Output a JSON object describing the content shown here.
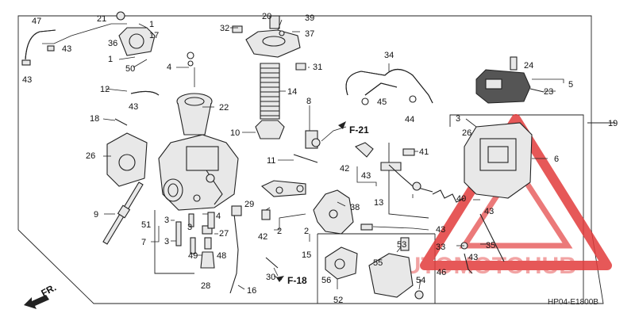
{
  "diagram": {
    "refs": {
      "r47": "47",
      "r43a": "43",
      "r43b": "43",
      "r21": "21",
      "r1a": "1",
      "r17": "17",
      "r36": "36",
      "r1b": "1",
      "r50": "50",
      "r4a": "4",
      "r12": "12",
      "r43c": "43",
      "r22": "22",
      "r18": "18",
      "r26a": "26",
      "r32": "32",
      "r20": "20",
      "r39": "39",
      "r37": "37",
      "r31": "31",
      "r14": "14",
      "r10": "10",
      "r8": "8",
      "r11": "11",
      "r34": "34",
      "r45": "45",
      "r44": "44",
      "r24": "24",
      "r5": "5",
      "r23": "23",
      "r19": "19",
      "r3a": "3",
      "r26b": "26",
      "r6": "6",
      "r41": "41",
      "r42a": "42",
      "r43d": "43",
      "r13": "13",
      "r40": "40",
      "r43e": "43",
      "r9": "9",
      "r7": "7",
      "r51": "51",
      "r3b": "3",
      "r3c": "3",
      "r3d": "3",
      "r4b": "4",
      "r27": "27",
      "r49": "49",
      "r48": "48",
      "r28": "28",
      "r29": "29",
      "r42b": "42",
      "r2a": "2",
      "r2b": "2",
      "r38": "38",
      "r15": "15",
      "r43f": "43",
      "r53": "53",
      "r33": "33",
      "r43g": "43",
      "r35": "35",
      "r55": "55",
      "r46": "46",
      "r56": "56",
      "r54": "54",
      "r52": "52",
      "r30": "30",
      "r16": "16"
    },
    "callouts": {
      "f21": "F-21",
      "f18": "F-18",
      "fr": "FR."
    },
    "diagram_code": "HP04-E1800B",
    "watermark": {
      "brand": "AUTOMOTOHUB",
      "brand_color": "#e23b3b"
    }
  }
}
